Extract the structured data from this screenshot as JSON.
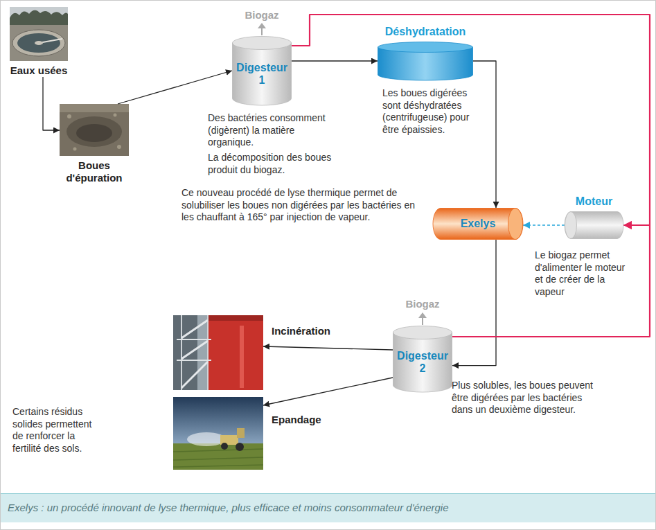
{
  "diagram": {
    "caption": "Exelys : un procédé innovant de lyse thermique, plus efficace et moins consommateur d'énergie",
    "nodes": [
      {
        "text": [
          "Eaux usées"
        ]
      },
      {
        "text": [
          "Boues d'épuration"
        ]
      },
      {
        "text": [
          "Digesteur 1"
        ]
      },
      {
        "text": [
          "Déshydratation"
        ]
      },
      {
        "text": [
          "Exelys"
        ]
      },
      {
        "text": [
          "Moteur"
        ]
      },
      {
        "text": [
          "Digesteur 2"
        ]
      },
      {
        "text": [
          "Incinération"
        ]
      },
      {
        "text": [
          "Epandage"
        ]
      }
    ],
    "edges": [
      {
        "from": 0,
        "to": 1,
        "arrow": "to"
      },
      {
        "from": 1,
        "to": 2,
        "arrow": "to"
      },
      {
        "from": 2,
        "to": 3,
        "arrow": "to"
      },
      {
        "from": 3,
        "to": 4,
        "arrow": "to"
      },
      {
        "from": 5,
        "to": 4,
        "arrow": "to"
      },
      {
        "from": 2,
        "to": 5,
        "arrow": "to"
      },
      {
        "from": 4,
        "to": 6,
        "arrow": "to"
      },
      {
        "from": 6,
        "to": 5,
        "arrow": "to"
      },
      {
        "from": 6,
        "to": 7,
        "arrow": "to"
      },
      {
        "from": 6,
        "to": 8,
        "arrow": "to"
      }
    ],
    "labels": [
      "Biogaz",
      "Des bactéries consomment (digèrent) la matière organique.",
      "La décomposition des boues produit du biogaz.",
      "Les boues digérées sont déshydratées (centrifugeuse) pour être épaissies.",
      "Ce nouveau procédé de lyse thermique permet de solubiliser les boues non digérées par les bactéries en les chauffant à 165° par injection de vapeur.",
      "Le biogaz permet d'alimenter le moteur et de créer de la vapeur",
      "Biogaz",
      "Plus solubles, les boues peuvent être digérées par les bactéries dans un deuxième digesteur.",
      "Certains résidus solides permettent de renforcer la fertilité des sols."
    ]
  }
}
